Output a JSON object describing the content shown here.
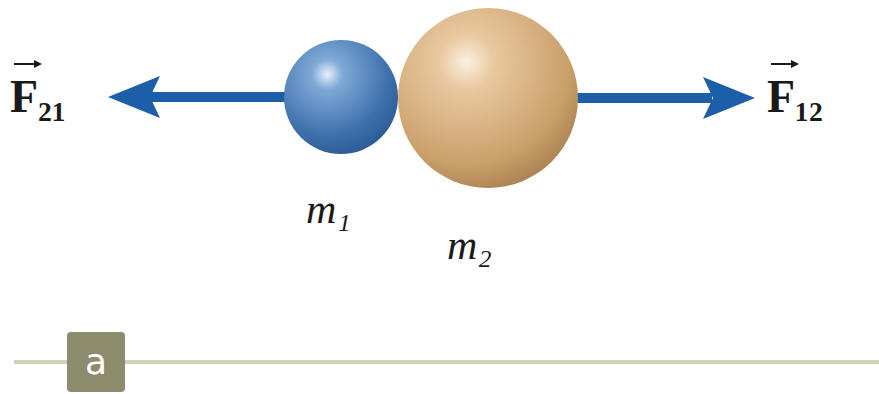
{
  "diagram": {
    "labels": [
      "F₂₁",
      "F₁₂",
      "m₁",
      "m₂",
      "a"
    ]
  }
}
